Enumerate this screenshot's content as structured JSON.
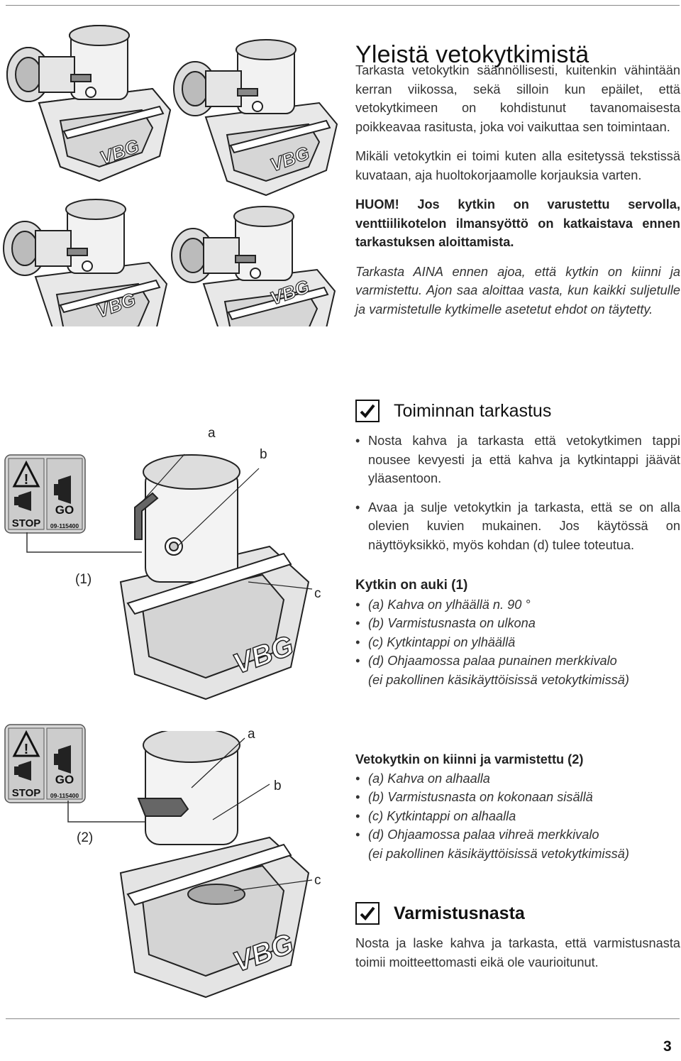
{
  "page": {
    "title": "Yleistä vetokytkimistä",
    "page_number": "3"
  },
  "intro": {
    "p1": "Tarkasta vetokytkin säännöllisesti, kuitenkin vähintään kerran viikossa, sekä silloin kun epäilet, että vetokytkimeen on kohdistunut tavanomaisesta poikkeavaa rasitusta, joka voi vaikuttaa sen toimintaan.",
    "p2": "Mikäli vetokytkin ei toimi kuten alla esitetyssä tekstissä kuvataan, aja huoltokorjaamolle korjauksia varten.",
    "huom": "HUOM! Jos kytkin on varustettu servolla, venttiilikotelon ilmansyöttö on katkaistava ennen tarkastuksen aloittamista.",
    "p3_italic": "Tarkasta AINA ennen ajoa, että kytkin on kiinni ja varmistettu. Ajon saa aloittaa vasta, kun kaikki suljetulle ja varmistetulle kytkimelle asetetut ehdot on täytetty."
  },
  "section_check": {
    "heading": "Toiminnan tarkastus",
    "bullets": [
      "Nosta kahva ja tarkasta että vetokytkimen tappi nousee kevyesti ja että kahva ja kytkintappi jäävät yläasentoon.",
      "Avaa ja sulje vetokytkin ja tarkasta, että se on alla olevien kuvien mukainen. Jos käytössä on näyttöyksikkö, myös kohdan (d) tulee toteutua."
    ]
  },
  "open_state": {
    "heading": "Kytkin on auki (1)",
    "items": [
      "(a) Kahva on ylhäällä n. 90 °",
      "(b) Varmistusnasta on ulkona",
      "(c) Kytkintappi on ylhäällä",
      "(d) Ohjaamossa palaa punainen merkkivalo"
    ],
    "note": "(ei pakollinen käsikäyttöisissä vetokytkimissä)"
  },
  "closed_state": {
    "heading": "Vetokytkin on kiinni ja varmistettu (2)",
    "items": [
      "(a) Kahva on alhaalla",
      "(b) Varmistusnasta on kokonaan sisällä",
      "(c) Kytkintappi on alhaalla",
      "(d) Ohjaamossa palaa vihreä merkkivalo"
    ],
    "note": "(ei pakollinen käsikäyttöisissä vetokytkimissä)"
  },
  "section_pin": {
    "heading": "Varmistusnasta",
    "text": "Nosta ja laske kahva ja tarkasta, että varmistusnasta toimii moitteettomasti eikä ole vaurioitunut."
  },
  "figures": {
    "brand": "VBG",
    "indicator": {
      "stop": "STOP",
      "go": "GO",
      "code": "09-115400"
    },
    "fig1_label": "(1)",
    "fig2_label": "(2)",
    "label_a": "a",
    "label_b": "b",
    "label_c": "c"
  }
}
